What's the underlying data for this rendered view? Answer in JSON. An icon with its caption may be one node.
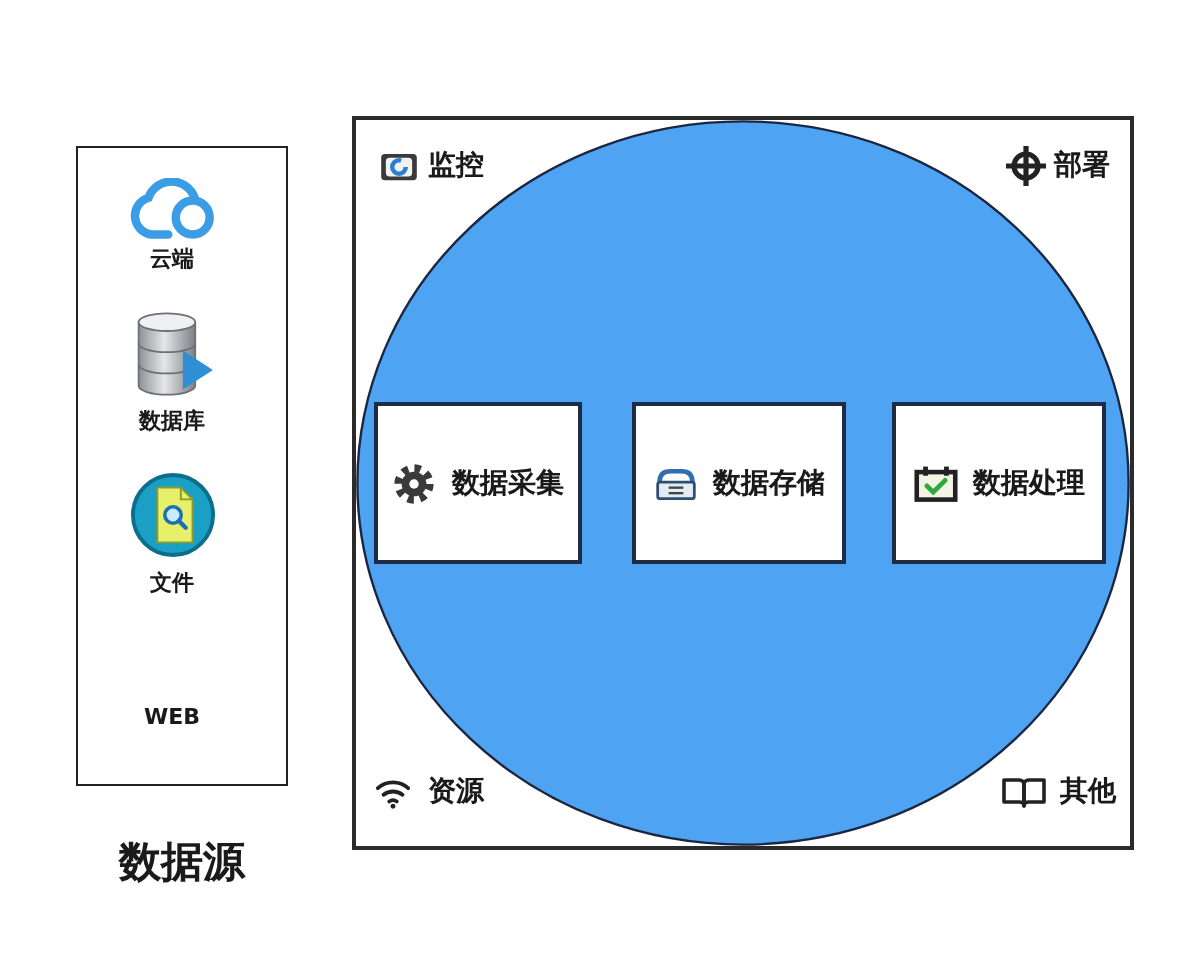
{
  "diagram": {
    "nodes": [
      {
        "text": [
          "云端",
          "数据库",
          "文件",
          "WEB",
          "数据源"
        ]
      },
      {
        "text": [
          "监控",
          "部署",
          "资源",
          "其他"
        ]
      },
      {
        "text": [],
        "shape": "ellipse",
        "in": 1
      },
      {
        "text": [
          "数据采集"
        ],
        "in": 2
      },
      {
        "text": [
          "数据存储"
        ],
        "in": 2
      },
      {
        "text": [
          "数据处理"
        ],
        "in": 2
      }
    ]
  }
}
